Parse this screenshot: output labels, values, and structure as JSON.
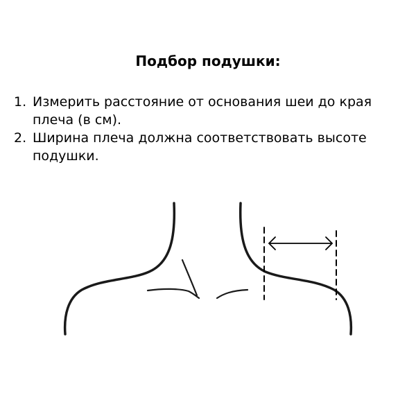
{
  "title": "Подбор подушки:",
  "steps": [
    {
      "number": "1.",
      "text": "Измерить расстояние от основания шеи до края плеча (в см)."
    },
    {
      "number": "2.",
      "text": "Ширина плеча должна соответствовать высоте подушки."
    }
  ],
  "figure": {
    "subject": "neck-and-shoulders-outline",
    "measurement": "shoulder-width-arrow",
    "line_color": "#1a1a1a"
  }
}
